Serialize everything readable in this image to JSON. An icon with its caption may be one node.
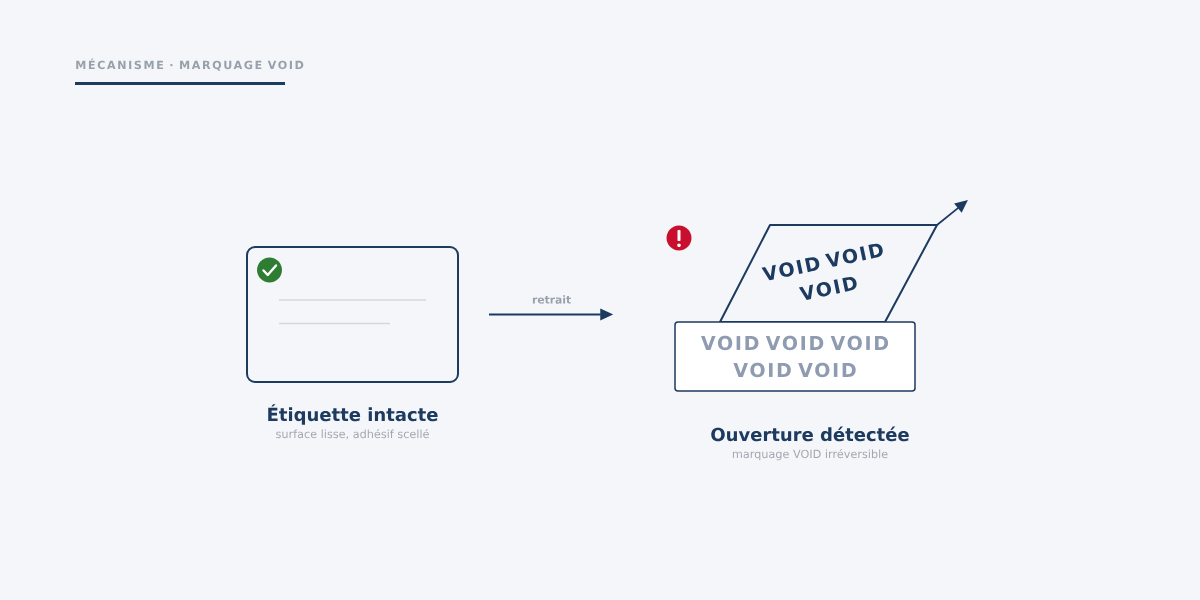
{
  "diagram": {
    "title": "MÉCANISME · MARQUAGE VOID",
    "nodes": [
      {
        "text": [
          "Étiquette intacte",
          "surface lisse, adhésif scellé"
        ]
      },
      {
        "text": [
          "VOID VOID VOID"
        ]
      },
      {
        "text": [
          "VOID VOID VOID VOID VOID"
        ]
      }
    ],
    "edges": [
      {
        "from": 0,
        "to": 2,
        "arrow": "to",
        "label": "retrait"
      },
      {
        "from": 1,
        "to": null,
        "arrow": "to"
      }
    ],
    "labels": [
      "Ouverture détectée",
      "marquage VOID irréversible"
    ]
  }
}
